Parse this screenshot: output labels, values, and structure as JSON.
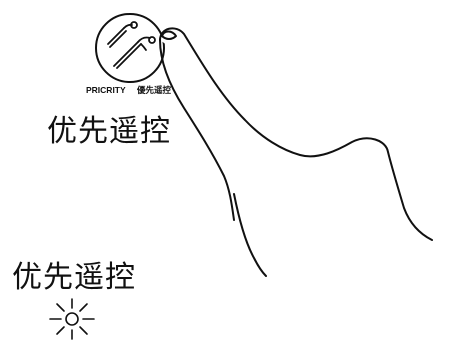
{
  "button": {
    "brand_text": "PRICRITY",
    "caption_text": "優先遥控"
  },
  "labels": {
    "top_caption": "优先遥控",
    "bottom_caption": "优先遥控"
  },
  "icons": {
    "button_icon": "dental-tools-icon",
    "hand_icon": "pointing-finger-icon",
    "indicator_icon": "light-on-icon"
  },
  "colors": {
    "line": "#111111",
    "background": "#ffffff"
  }
}
